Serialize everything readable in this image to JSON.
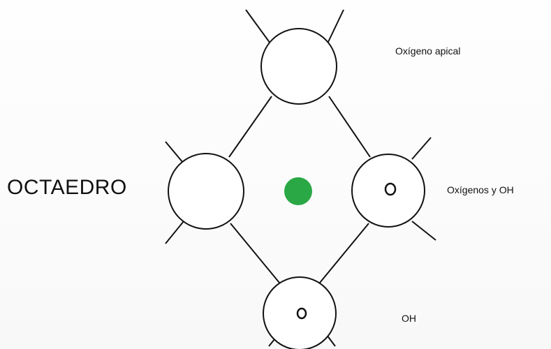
{
  "title": "OCTAEDRO",
  "labels": {
    "apical": "Oxígeno apical",
    "oxygens_oh": "Oxígenos y OH",
    "oh": "OH"
  },
  "colors": {
    "center_cation": "#2aa845",
    "stroke": "#111111",
    "fill": "#ffffff"
  }
}
